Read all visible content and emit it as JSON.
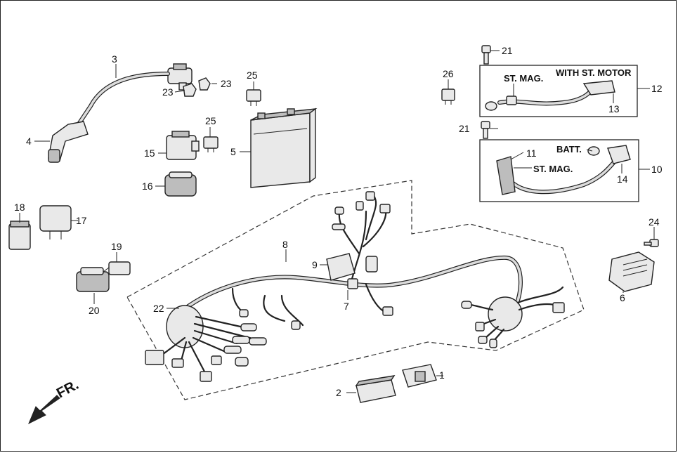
{
  "callouts": {
    "c1": "1",
    "c2": "2",
    "c3": "3",
    "c4": "4",
    "c5": "5",
    "c6": "6",
    "c7": "7",
    "c8": "8",
    "c9": "9",
    "c10": "10",
    "c11": "11",
    "c12": "12",
    "c13": "13",
    "c14": "14",
    "c15": "15",
    "c16": "16",
    "c17": "17",
    "c18": "18",
    "c19": "19",
    "c20": "20",
    "c21a": "21",
    "c21b": "21",
    "c22": "22",
    "c23a": "23",
    "c23b": "23",
    "c24": "24",
    "c25a": "25",
    "c25b": "25",
    "c26": "26"
  },
  "labels": {
    "with_st_motor": "WITH ST. MOTOR",
    "st_mag_top": "ST. MAG.",
    "batt": "BATT.",
    "st_mag_bottom": "ST. MAG.",
    "front_direction": "FR."
  },
  "colors": {
    "line": "#222222",
    "part_fill": "#e9e9e9",
    "part_shade": "#bdbdbd",
    "background": "#ffffff"
  },
  "icons": {
    "front_arrow": "arrow-down-left-icon"
  }
}
